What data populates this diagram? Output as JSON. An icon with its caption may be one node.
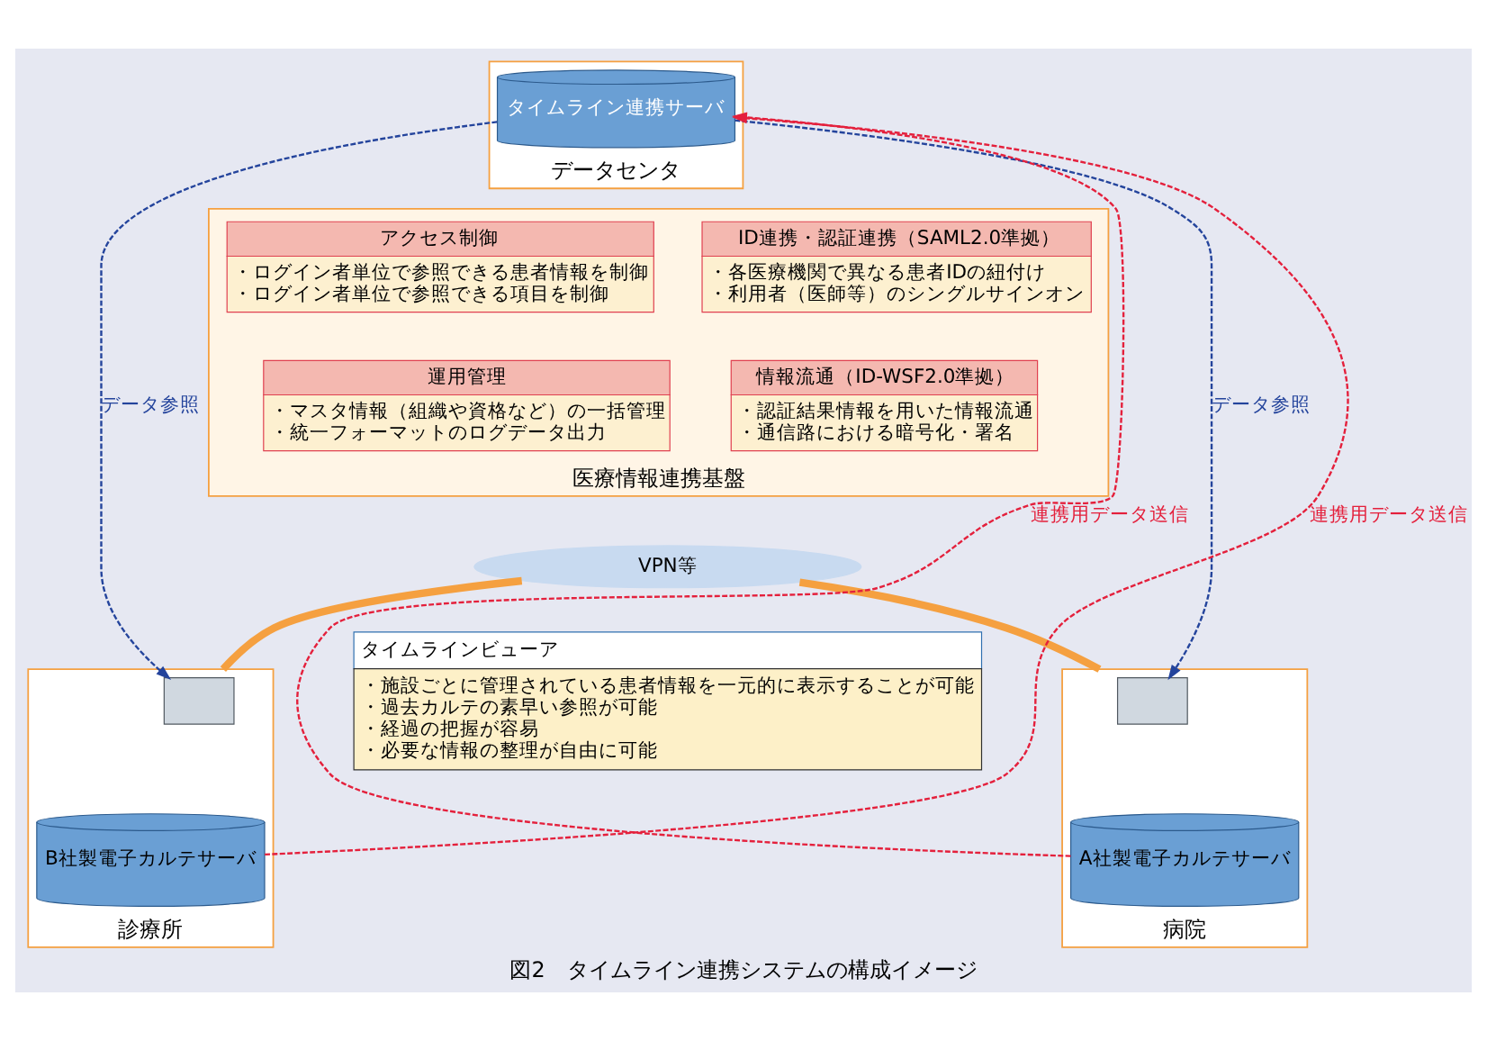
{
  "diagram": {
    "caption": "図2　タイムライン連携システムの構成イメージ",
    "nodes": [
      {
        "text": [
          "データセンタ"
        ]
      },
      {
        "text": [
          "タイムライン連携サーバ"
        ],
        "in": 0
      },
      {
        "text": [
          "医療情報連携基盤"
        ]
      },
      {
        "text": [
          "ID連携・認証連携（SAML2.0準拠）",
          "・各医療機関で異なる患者IDの紐付け",
          "・利用者（医師等）のシングルサインオン"
        ],
        "in": 2
      },
      {
        "text": [
          "アクセス制御",
          "・ログイン者単位で参照できる患者情報を制御",
          "・ログイン者単位で参照できる項目を制御"
        ],
        "in": 2
      },
      {
        "text": [
          "情報流通（ID-WSF2.0準拠）",
          "・認証結果情報を用いた情報流通",
          "・通信路における暗号化・署名"
        ],
        "in": 2
      },
      {
        "text": [
          "運用管理",
          "・マスタ情報（組織や資格など）の一括管理",
          "・統一フォーマットのログデータ出力"
        ],
        "in": 2
      },
      {
        "text": [
          "VPN等"
        ]
      },
      {
        "text": [
          "病院"
        ]
      },
      {
        "text": [],
        "shape": "box",
        "in": 8
      },
      {
        "text": [
          "A社製電子カルテサーバ"
        ],
        "in": 8
      },
      {
        "text": [
          "診療所"
        ]
      },
      {
        "text": [],
        "shape": "box",
        "in": 11
      },
      {
        "text": [
          "B社製電子カルテサーバ"
        ],
        "in": 11
      },
      {
        "text": [
          "タイムラインビューア",
          "・施設ごとに管理されている患者情報を一元的に表示することが可能",
          "・過去カルテの素早い参照が可能",
          "・経過の把握が容易",
          "・必要な情報の整理が自由に可能"
        ]
      }
    ],
    "edges": [
      {
        "from": 1,
        "to": 9,
        "arrow": "to",
        "label": "データ参照",
        "style": "dashed",
        "color": "#24449c"
      },
      {
        "from": 10,
        "to": 1,
        "arrow": "to",
        "label": "連携用データ送信",
        "style": "dashed",
        "color": "#e4203c"
      },
      {
        "from": 1,
        "to": 12,
        "arrow": "to",
        "label": "データ参照",
        "style": "dashed",
        "color": "#24449c"
      },
      {
        "from": 13,
        "to": 1,
        "arrow": "to",
        "label": "連携用データ送信",
        "style": "dashed",
        "color": "#e4203c"
      },
      {
        "from": 7,
        "to": 8,
        "arrow": "none",
        "style": "thick",
        "color": "#f5a040"
      },
      {
        "from": 7,
        "to": 11,
        "arrow": "none",
        "style": "thick",
        "color": "#f5a040"
      }
    ]
  }
}
